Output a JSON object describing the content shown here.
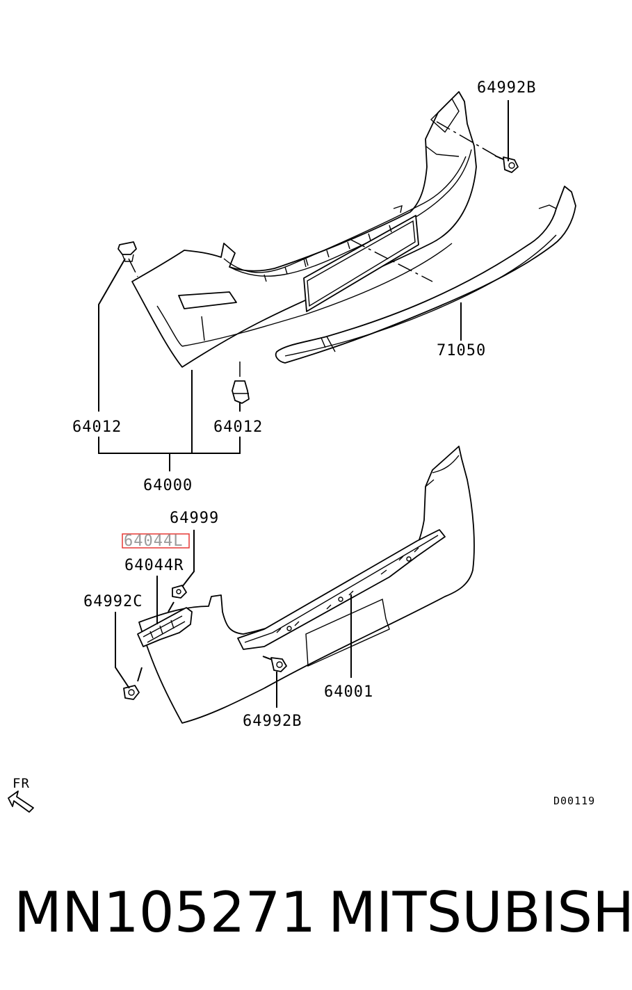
{
  "labels": {
    "p64992B_top": "64992B",
    "p71050": "71050",
    "p64012_left": "64012",
    "p64012_right": "64012",
    "p64000": "64000",
    "p64999": "64999",
    "p64044L": "64044L",
    "p64044R": "64044R",
    "p64992C": "64992C",
    "p64001": "64001",
    "p64992B_bottom": "64992B",
    "front_marker": "FR",
    "diagram_code": "D00119"
  },
  "footer": {
    "part_number": "MN105271",
    "brand": "MITSUBISHI"
  },
  "colors": {
    "line": "#000000",
    "highlight_box": "#e53935",
    "highlight_text": "#9a9a9a"
  }
}
